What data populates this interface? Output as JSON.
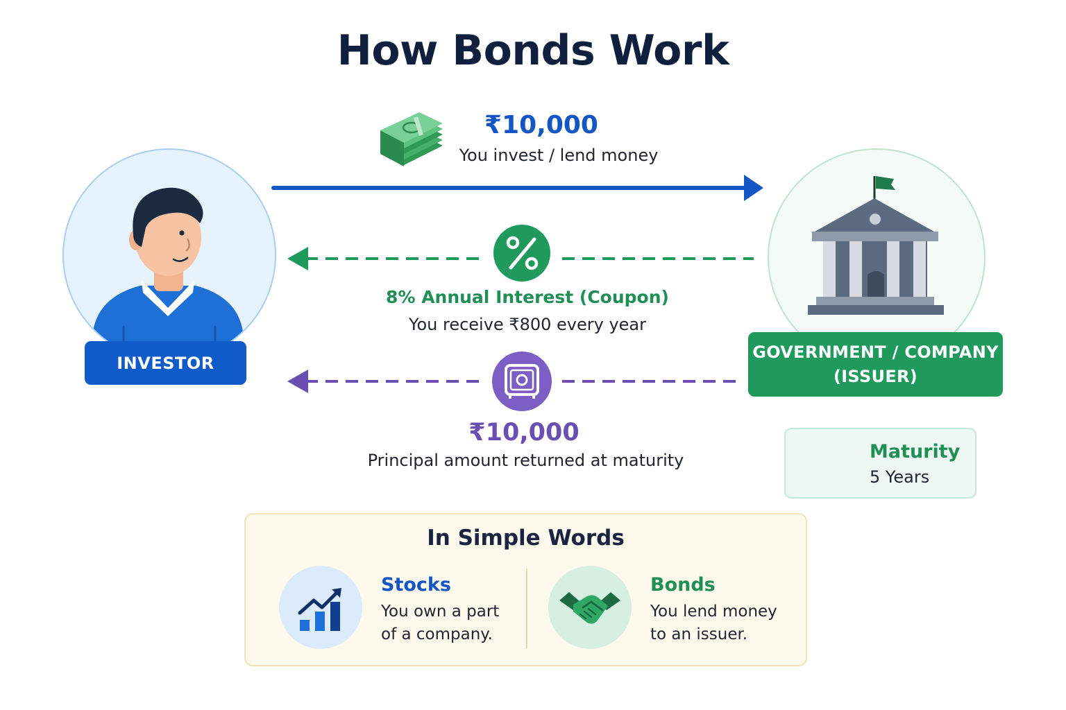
{
  "title": "How Bonds Work",
  "investment": {
    "amount": "₹10,000",
    "label": "You invest / lend money"
  },
  "interest": {
    "title": "8% Annual Interest (Coupon)",
    "label": "You receive ₹800 every year"
  },
  "principal": {
    "amount": "₹10,000",
    "label": "Principal amount returned at maturity"
  },
  "investor": {
    "label": "INVESTOR"
  },
  "issuer": {
    "label_line1": "GOVERNMENT / COMPANY",
    "label_line2": "(ISSUER)"
  },
  "maturity": {
    "label": "Maturity",
    "value": "5 Years"
  },
  "simple_words": {
    "title": "In Simple Words",
    "stocks": {
      "title": "Stocks",
      "line1": "You own a part",
      "line2": "of a company."
    },
    "bonds": {
      "title": "Bonds",
      "line1": "You lend money",
      "line2": "to an issuer."
    }
  },
  "colors": {
    "blue": "#1255c4",
    "green": "#1f9a5c",
    "purple": "#6a4fb3",
    "navy": "#0f1f3d"
  },
  "icons": [
    "money-stack-icon",
    "percent-icon",
    "safe-icon",
    "calendar-icon",
    "growth-chart-icon",
    "handshake-icon",
    "bank-building-icon",
    "investor-avatar-icon"
  ]
}
